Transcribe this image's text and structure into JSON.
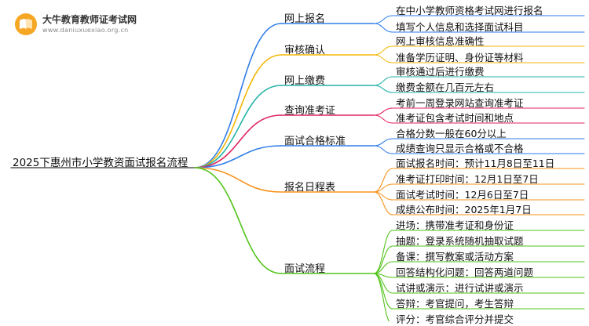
{
  "logo": {
    "title": "大牛教育教师证考试网",
    "url": "www.daniuxuexiao.org.cn"
  },
  "root": "2025下惠州市小学教资面试报名流程",
  "branches": [
    {
      "label": "网上报名",
      "color": "#2f7de8",
      "leaves": [
        "在中小学教师资格考试网进行报名",
        "填写个人信息和选择面试科目"
      ]
    },
    {
      "label": "审核确认",
      "color": "#f2b705",
      "leaves": [
        "网上审核信息准确性",
        "准备学历证明、身份证等材料"
      ]
    },
    {
      "label": "网上缴费",
      "color": "#24b3a8",
      "leaves": [
        "审核通过后进行缴费",
        "缴费金额在几百元左右"
      ]
    },
    {
      "label": "查询准考证",
      "color": "#e0245e",
      "leaves": [
        "考前一周登录网站查询准考证",
        "准考证包含考试时间和地点"
      ]
    },
    {
      "label": "面试合格标准",
      "color": "#2f7de8",
      "leaves": [
        "合格分数一般在60分以上",
        "成绩查询只显示合格或不合格"
      ]
    },
    {
      "label": "报名日程表",
      "color": "#f7931e",
      "leaves": [
        "面试报名时间：预计11月8日至11日",
        "准考证打印时间：12月1日至7日",
        "面试考试时间：12月6日至7日",
        "成绩公布时间：2025年1月7日"
      ]
    },
    {
      "label": "面试流程",
      "color": "#52c41a",
      "leaves": [
        "进场：携带准考证和身份证",
        "抽题：登录系统随机抽取试题",
        "备课：撰写教案或活动方案",
        "回答结构化问题：回答两道问题",
        "试讲或演示：进行试讲或演示",
        "答辩：考官提问，考生答辩",
        "评分：考官综合评分并提交"
      ]
    }
  ]
}
